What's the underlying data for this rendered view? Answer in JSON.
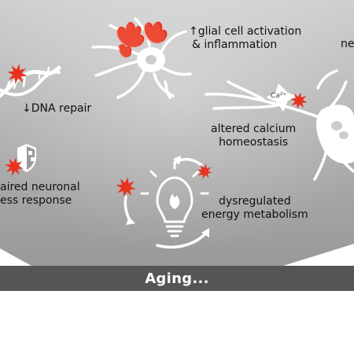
{
  "labels": {
    "glial": [
      "↑glial cell activation",
      "& inflammation"
    ],
    "neuro_cut": "ne",
    "dna": "↓DNA repair",
    "calcium": [
      "altered calcium",
      "homeostasis"
    ],
    "ca_ion": "Ca²⁺",
    "stress": [
      "aired neuronal",
      "ess response"
    ],
    "energy": [
      "dysregulated",
      "energy metabolism"
    ]
  },
  "banner": "Aging...",
  "colors": {
    "burst_red": "#e8321f",
    "burst_light": "#f47a62",
    "banner_bg": "#555555",
    "cell_white": "#ffffff"
  }
}
